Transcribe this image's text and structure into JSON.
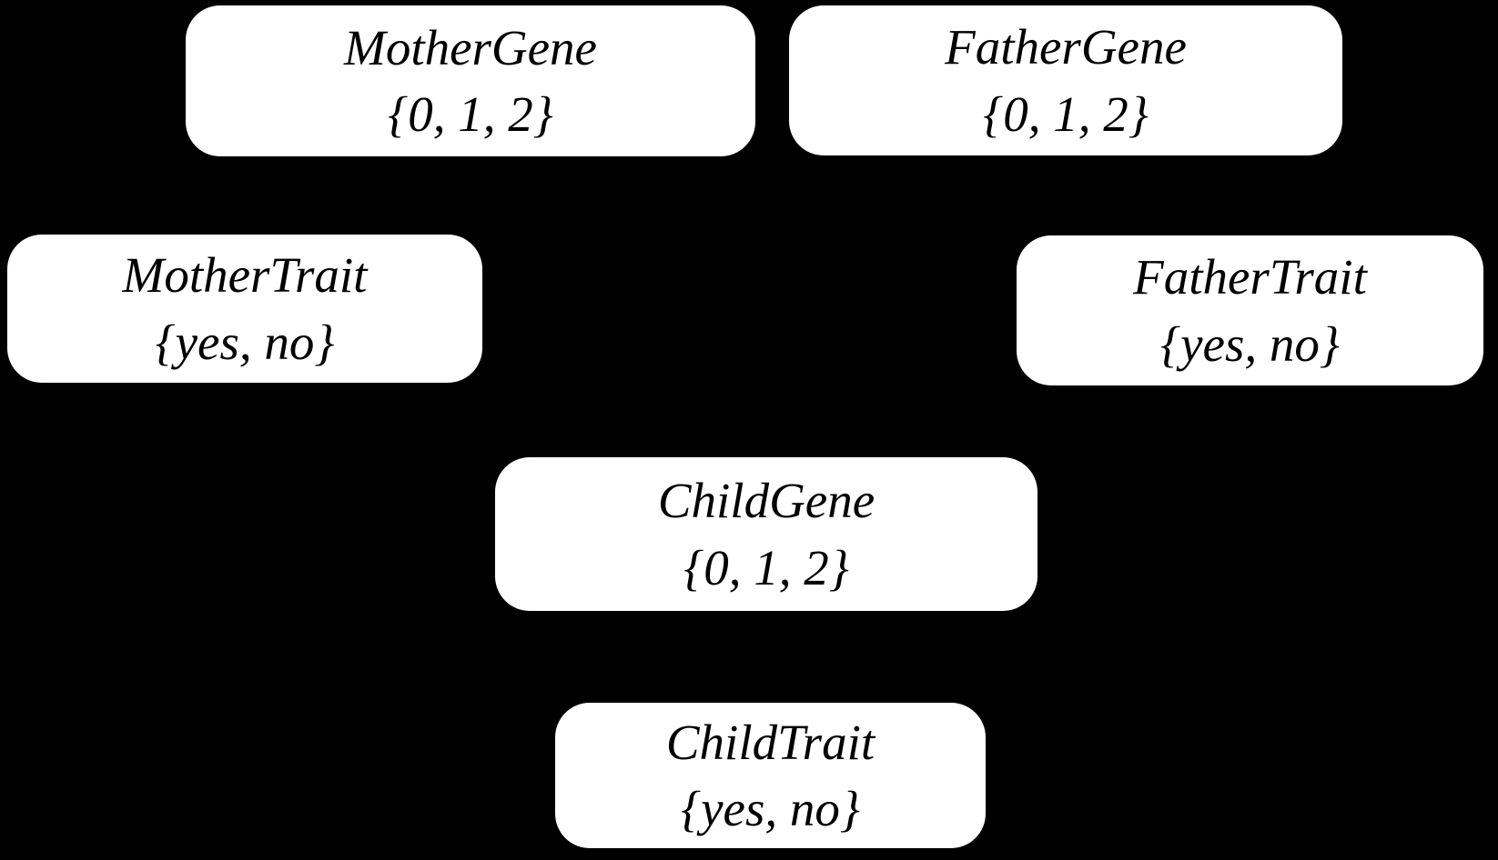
{
  "diagram": {
    "type": "bayesian-network",
    "background_color": "#000000",
    "node_fill_color": "#ffffff",
    "node_text_color": "#000000",
    "nodes": [
      {
        "id": "mother-gene",
        "name": "MotherGene",
        "values": "{0, 1, 2}"
      },
      {
        "id": "father-gene",
        "name": "FatherGene",
        "values": "{0, 1, 2}"
      },
      {
        "id": "mother-trait",
        "name": "MotherTrait",
        "values": "{yes, no}"
      },
      {
        "id": "father-trait",
        "name": "FatherTrait",
        "values": "{yes, no}"
      },
      {
        "id": "child-gene",
        "name": "ChildGene",
        "values": "{0, 1, 2}"
      },
      {
        "id": "child-trait",
        "name": "ChildTrait",
        "values": "{yes, no}"
      }
    ]
  }
}
